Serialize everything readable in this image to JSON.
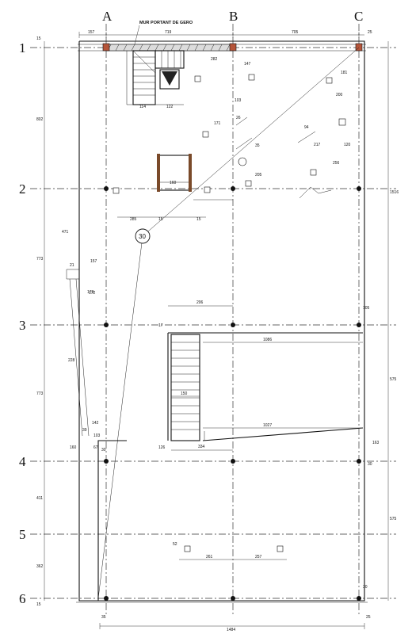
{
  "grid_columns": [
    "A",
    "B",
    "C"
  ],
  "grid_rows": [
    "1",
    "2",
    "3",
    "4",
    "5",
    "6"
  ],
  "callout": "30",
  "note": "MUR PORTANT DE GERO",
  "dims": {
    "top": [
      "157",
      "719",
      "705",
      "25"
    ],
    "bottom_total": "1484",
    "bottom_small": [
      "35",
      "25"
    ],
    "left": [
      "15",
      "802",
      "773",
      "773",
      "411",
      "362",
      "15"
    ],
    "right": [
      "1516",
      "575",
      "575"
    ],
    "row3": [
      "1086"
    ],
    "row4": [
      "1027",
      "334",
      "150"
    ],
    "row5": [
      "261",
      "257"
    ],
    "landing": [
      "206"
    ],
    "misc": [
      "282",
      "147",
      "200",
      "181",
      "217",
      "120",
      "256",
      "171",
      "160",
      "205",
      "285",
      "15",
      "15",
      "114",
      "122",
      "173",
      "142",
      "103",
      "67",
      "172",
      "157",
      "21",
      "39",
      "30",
      "94",
      "52",
      "471",
      "228",
      "160",
      "26",
      "35",
      "30",
      "105",
      "163",
      "126",
      "17",
      "30",
      "103"
    ]
  }
}
